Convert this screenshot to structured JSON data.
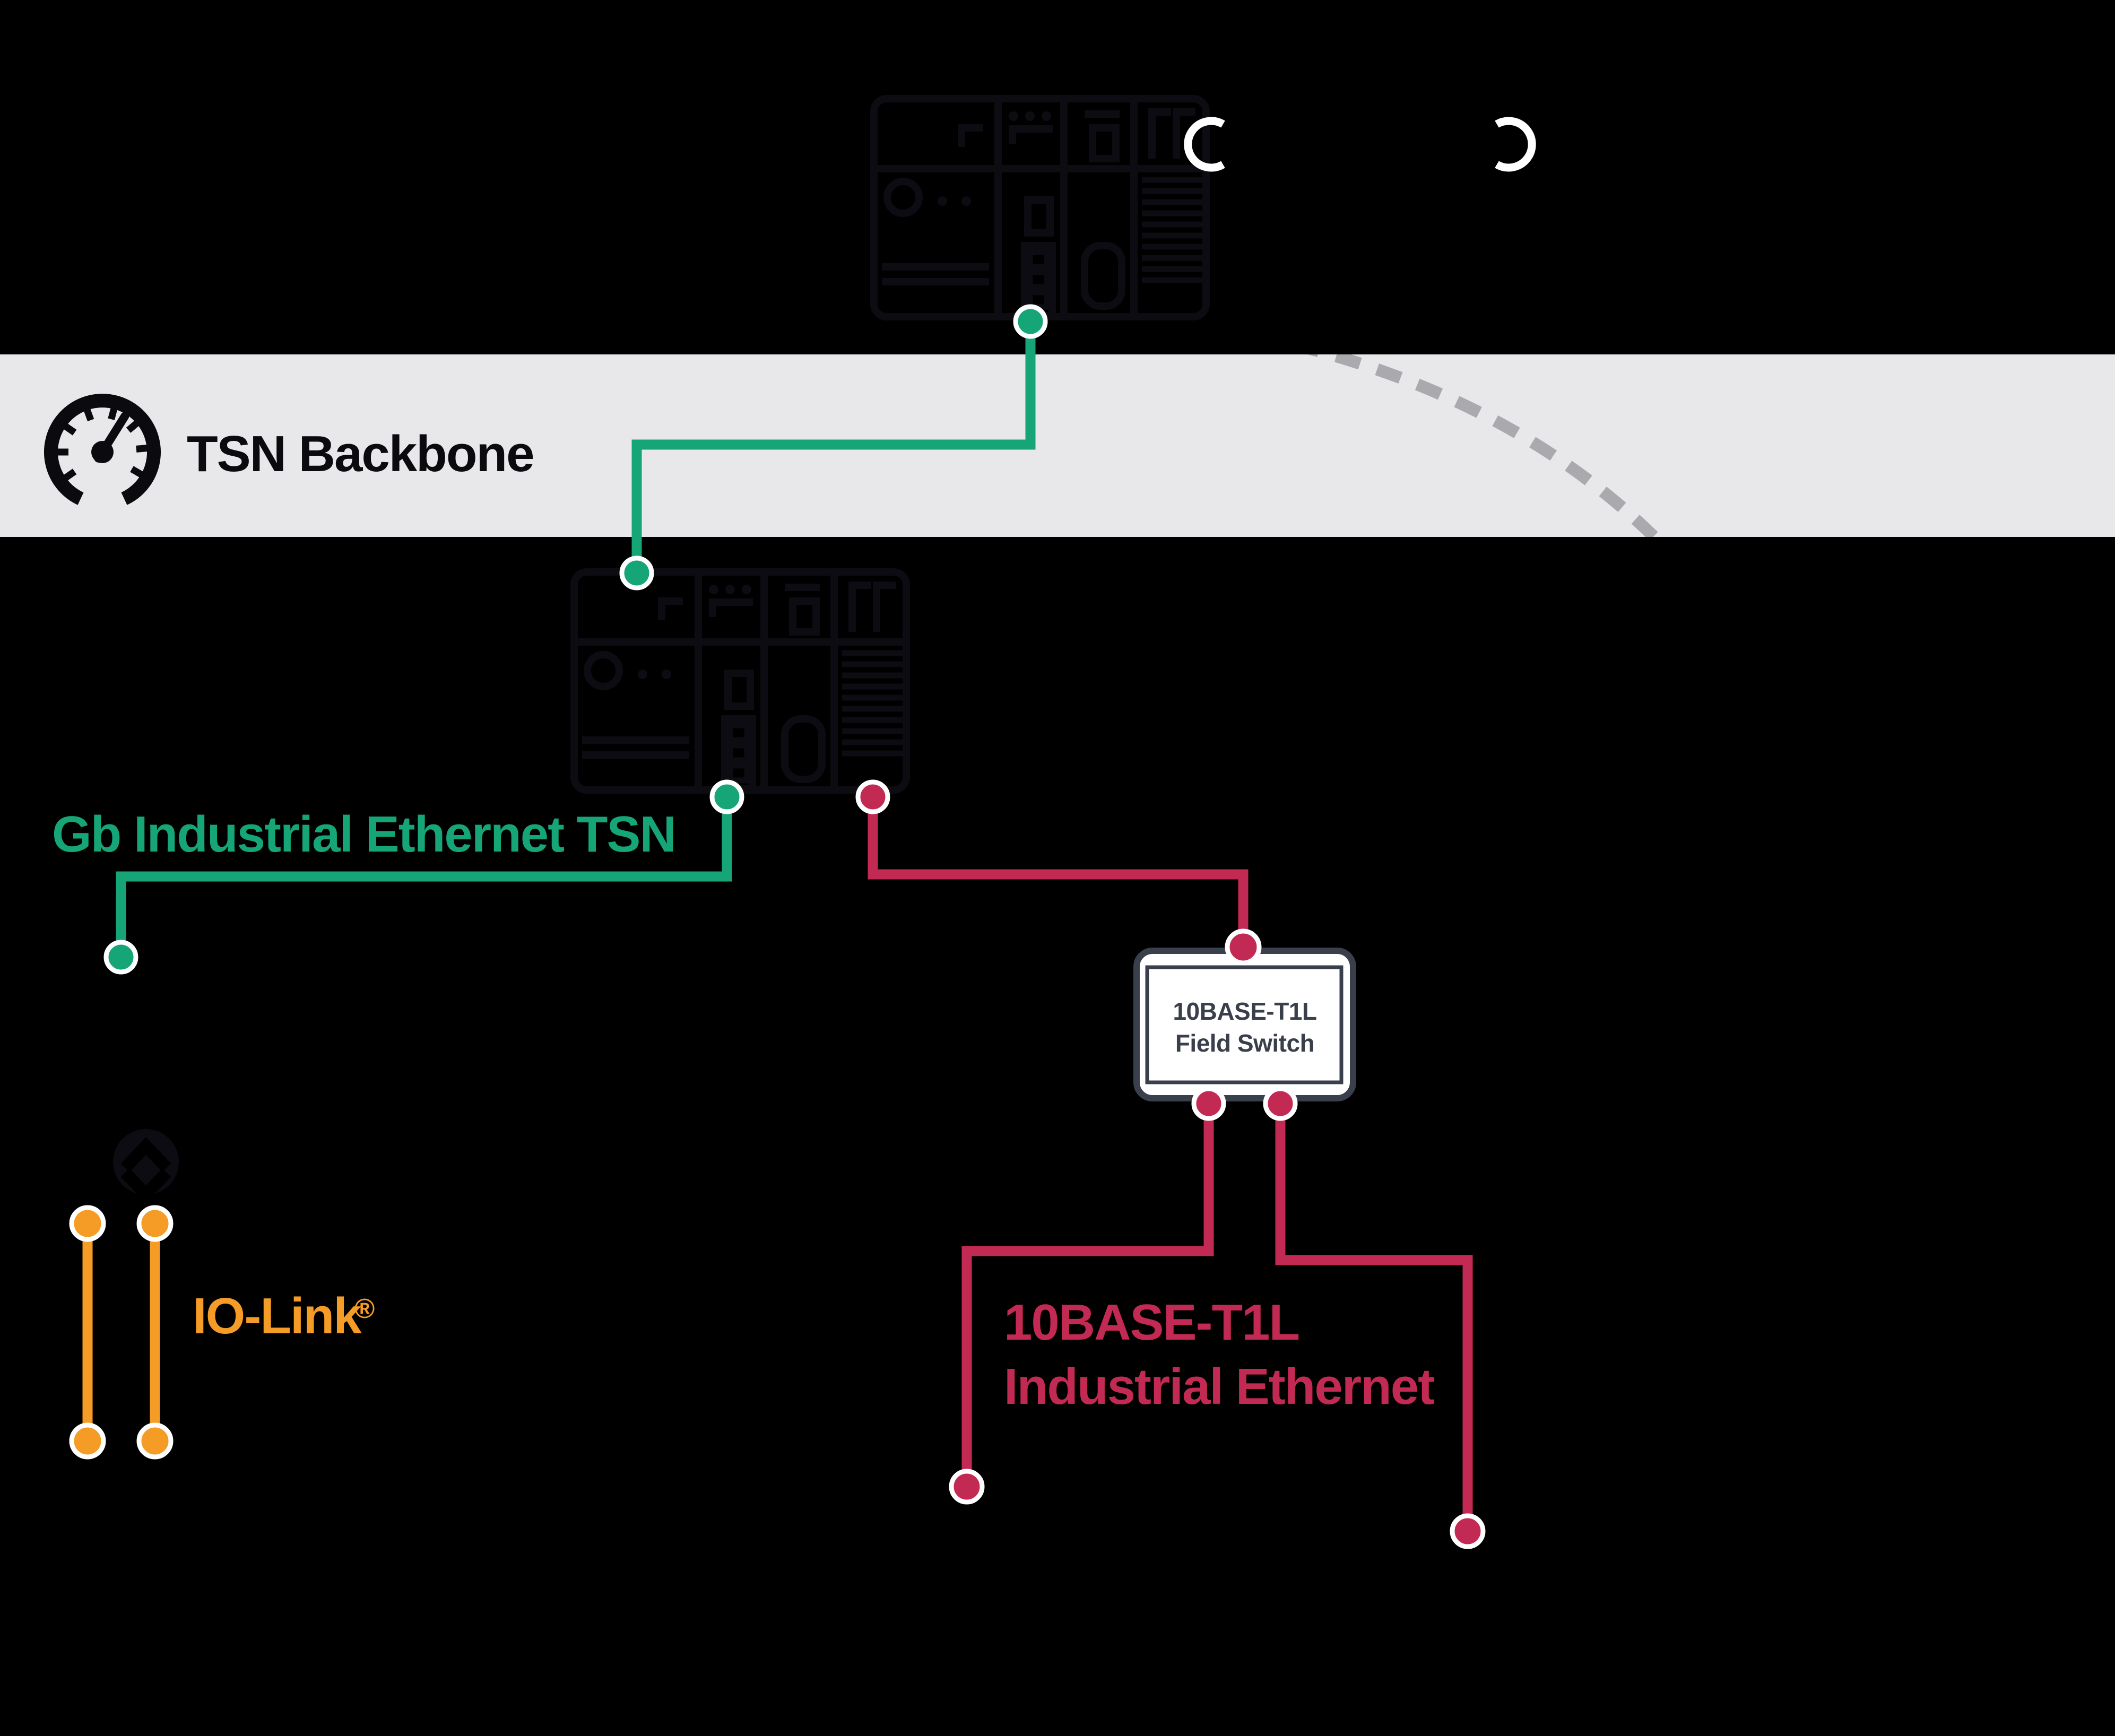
{
  "colors": {
    "background": "#000000",
    "band": "#E8E8EA",
    "green": "#16A577",
    "red": "#C22A53",
    "orange": "#F59C26",
    "white": "#FFFFFF",
    "dash_gray": "#AAAAAE",
    "switch_dark": "#3A3F4C",
    "icon_dark": "#0C0C12",
    "label_dark": "#0A0A0F"
  },
  "backbone": {
    "label": "TSN Backbone",
    "icon": "speedometer-gauge-icon"
  },
  "network_labels": {
    "green_link": "Gb Industrial Ethernet TSN",
    "red_link_line1": "10BASE-T1L",
    "red_link_line2": "Industrial Ethernet",
    "io_link": "IO-Link",
    "io_link_registered_mark": "®"
  },
  "field_switch": {
    "line1": "10BASE-T1L",
    "line2": "Field Switch"
  },
  "icons": {
    "controller_top": "plc-rack-icon",
    "controller_middle": "plc-rack-icon",
    "io_link": "swap-arrows-icon",
    "top_right_a": "open-circle-icon",
    "top_right_b": "open-circle-icon"
  }
}
